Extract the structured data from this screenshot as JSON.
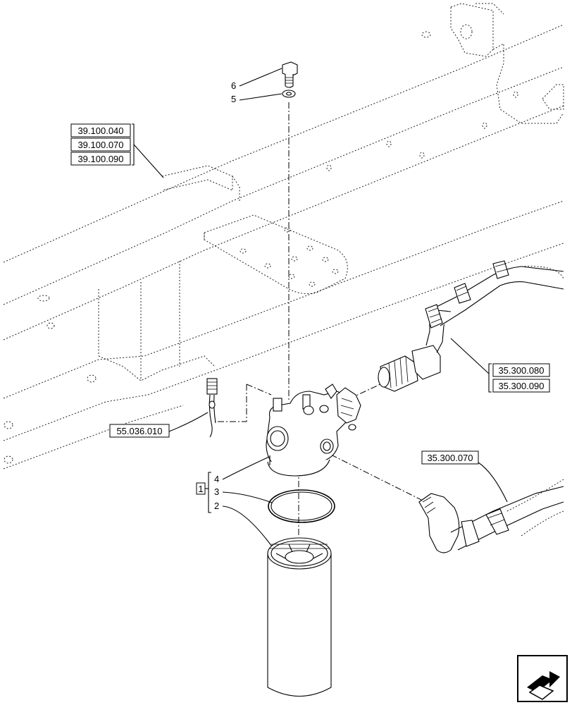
{
  "references": {
    "frame_group": [
      "39.100.040",
      "39.100.070",
      "39.100.090"
    ],
    "fitting_group": [
      "35.300.080",
      "35.300.090"
    ],
    "hose": "35.300.070",
    "sensor": "55.036.010"
  },
  "callouts": {
    "item_6": "6",
    "item_5": "5",
    "item_4": "4",
    "item_3": "3",
    "item_2": "2",
    "kit": "1"
  },
  "icons": {
    "navigation": "next-page-arrow-icon"
  }
}
